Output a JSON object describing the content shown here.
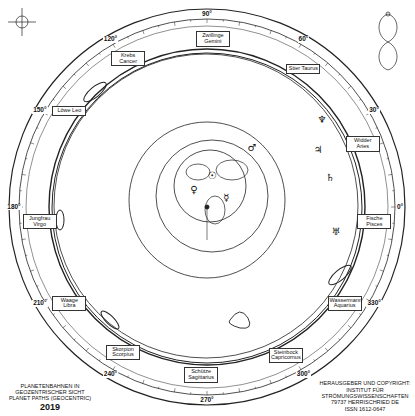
{
  "diagram": {
    "title": "PLANETENBAHNEN IN GEOZENTRISCHER SICHT",
    "labels": [
      "0°",
      "30°",
      "60°",
      "90°",
      "120°",
      "150°",
      "180°",
      "210°",
      "240°",
      "270°",
      "300°",
      "330°",
      "Widder Aries",
      "Stier Taurus",
      "Zwillinge Gemini",
      "Krebs Cancer",
      "Löwe Leo",
      "Jungfrau Virgo",
      "Waage Libra",
      "Skorpion Scorpius",
      "Schütze Sagittarius",
      "Steinbock Capricornus",
      "Wassermann Aquarius",
      "Fische Pisces",
      "♂",
      "☉",
      "♀",
      "☿",
      "♃",
      "♄",
      "♅",
      "♆",
      "PLANET PATHS (GEOCENTRIC)",
      "2019",
      "HERAUSGEBER UND COPYRIGHT:",
      "INSTITUT FÜR STRÖMUNGSWISSENSCHAFTEN",
      "79737 HERRISCHRIED DE",
      "ISSN 1612-0647"
    ]
  }
}
